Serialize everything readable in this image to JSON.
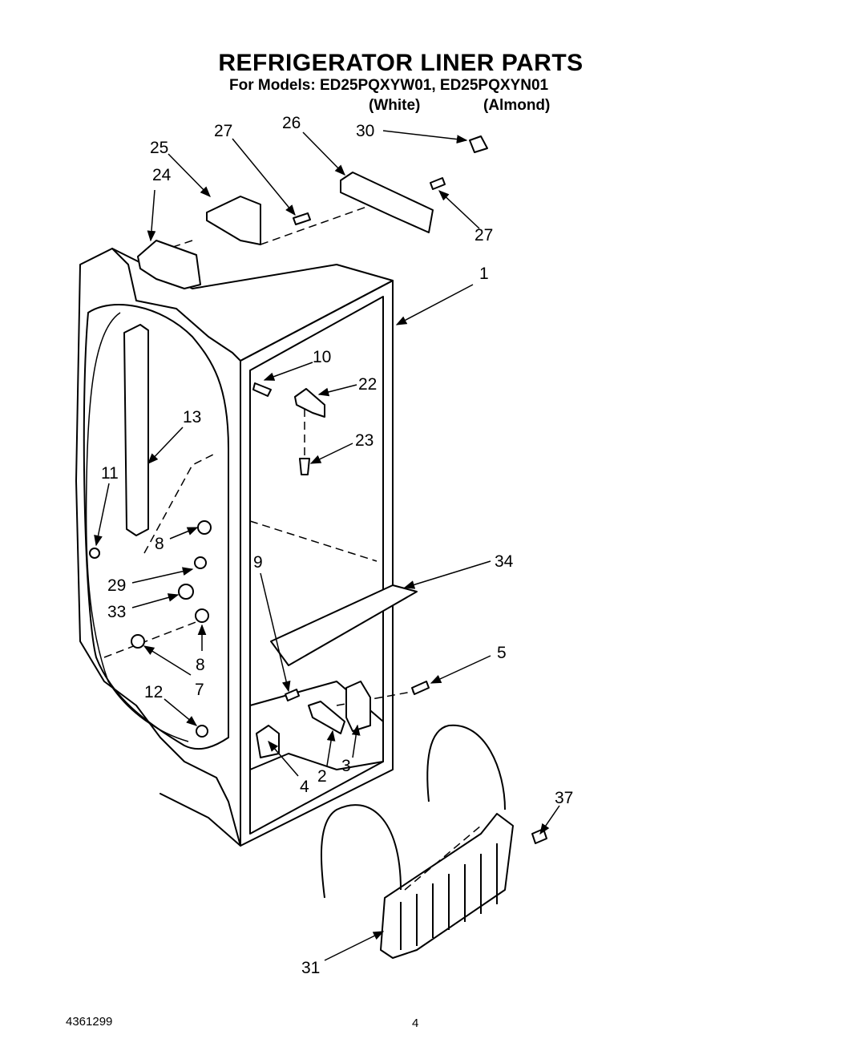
{
  "header": {
    "title": "REFRIGERATOR LINER PARTS",
    "models_line": "For Models: ED25PQXYW01, ED25PQXYN01",
    "variant_white": "(White)",
    "variant_almond": "(Almond)"
  },
  "callouts": {
    "c1": "1",
    "c2": "2",
    "c3": "3",
    "c4": "4",
    "c5": "5",
    "c7": "7",
    "c8a": "8",
    "c8b": "8",
    "c9": "9",
    "c10": "10",
    "c11": "11",
    "c12": "12",
    "c13": "13",
    "c22": "22",
    "c23": "23",
    "c24": "24",
    "c25": "25",
    "c26": "26",
    "c27a": "27",
    "c27b": "27",
    "c29": "29",
    "c30": "30",
    "c31": "31",
    "c33": "33",
    "c34": "34",
    "c37": "37"
  },
  "footer": {
    "doc_number": "4361299",
    "page_number": "4"
  }
}
